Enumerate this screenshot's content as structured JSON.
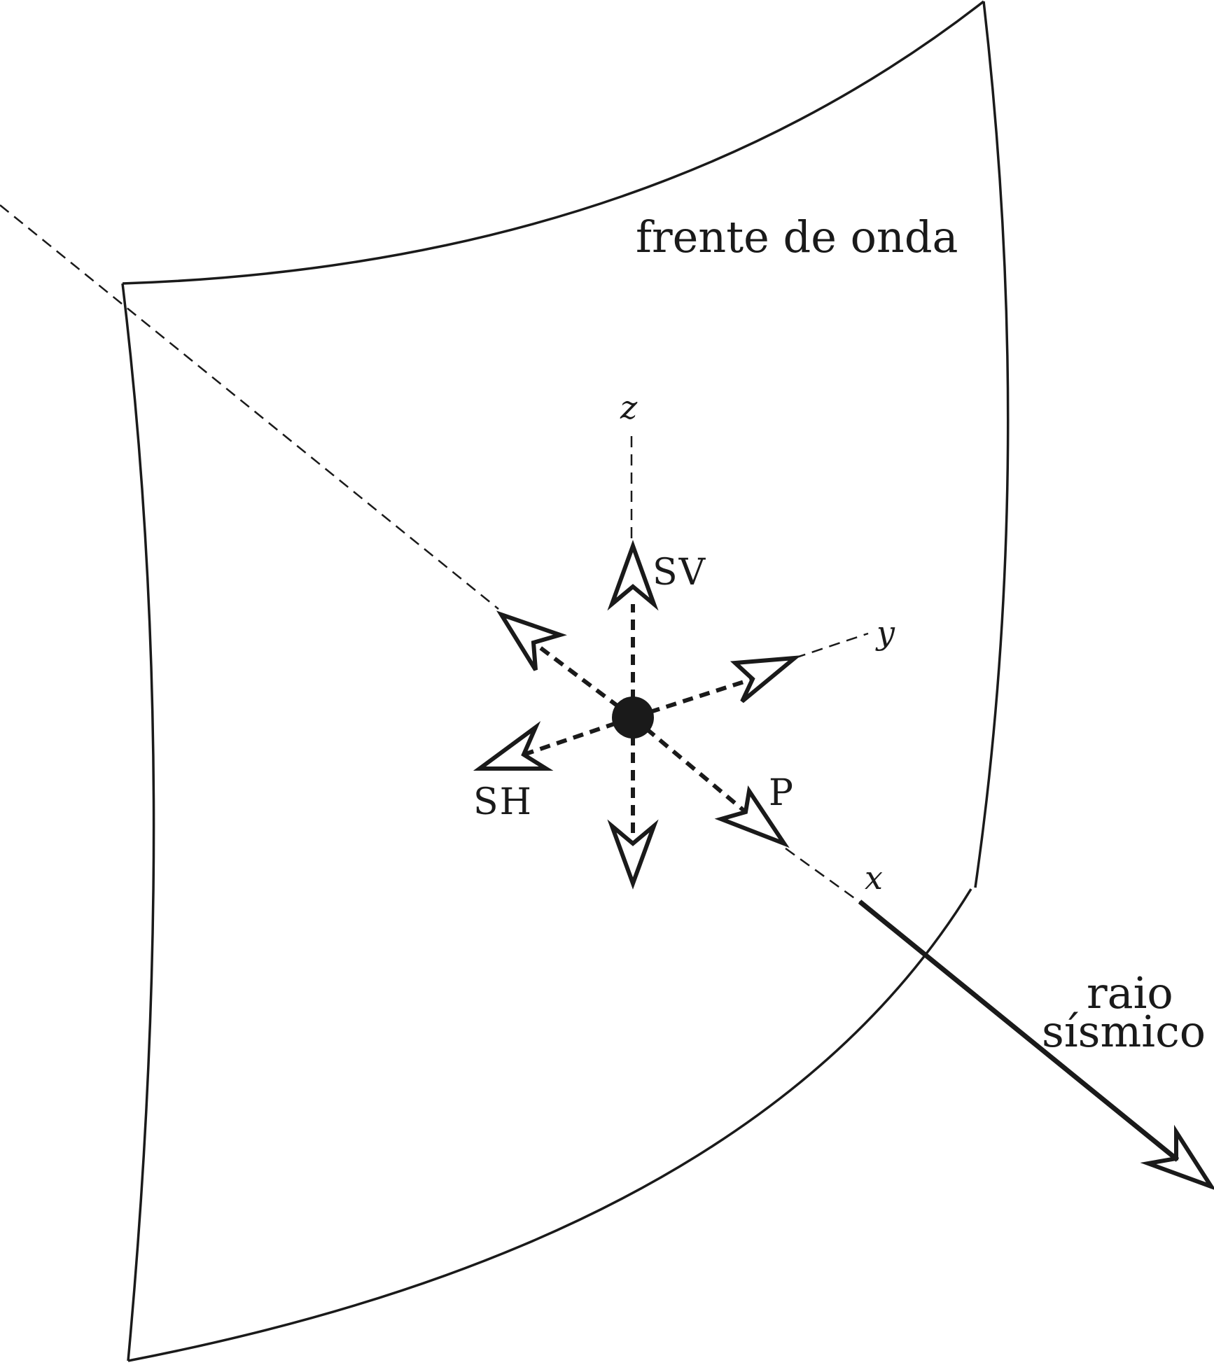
{
  "wavefront_label": "frente de onda",
  "ray_label_line1": "raio",
  "ray_label_line2": "sísmico",
  "axes": {
    "x": "x",
    "y": "y",
    "z": "z"
  },
  "wave_labels": {
    "p": "P",
    "sv": "SV",
    "sh": "SH"
  },
  "colors": {
    "ink": "#1a1a1a",
    "background": "#ffffff"
  }
}
